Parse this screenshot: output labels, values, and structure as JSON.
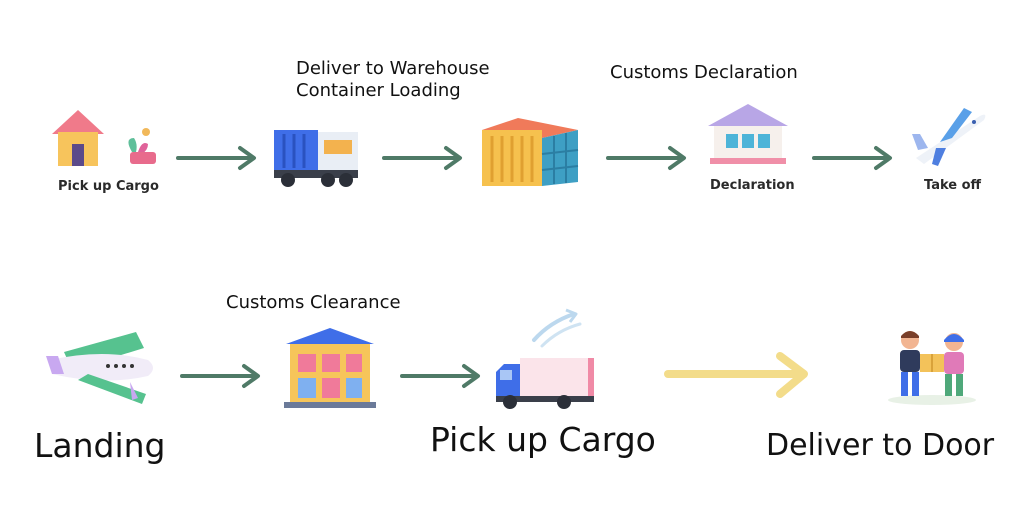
{
  "row1": {
    "pickup_label": "Pick up Cargo",
    "warehouse_label_line1": "Deliver to Warehouse",
    "warehouse_label_line2": "Container Loading",
    "customs_declaration_label": "Customs Declaration",
    "declaration_label": "Declaration",
    "takeoff_label": "Take off"
  },
  "row2": {
    "landing_label": "Landing",
    "customs_clearance_label": "Customs Clearance",
    "pickup_label": "Pick up Cargo",
    "deliver_label": "Deliver to Door"
  },
  "icons": [
    "house-icon",
    "truck-icon",
    "warehouse-icon",
    "customs-office-icon",
    "airplane-takeoff-icon",
    "airplane-landing-icon",
    "customs-building-icon",
    "delivery-truck-icon",
    "handover-people-icon"
  ],
  "colors": {
    "arrow": "#4f7a67",
    "big_arrow": "#f3dc8a"
  }
}
